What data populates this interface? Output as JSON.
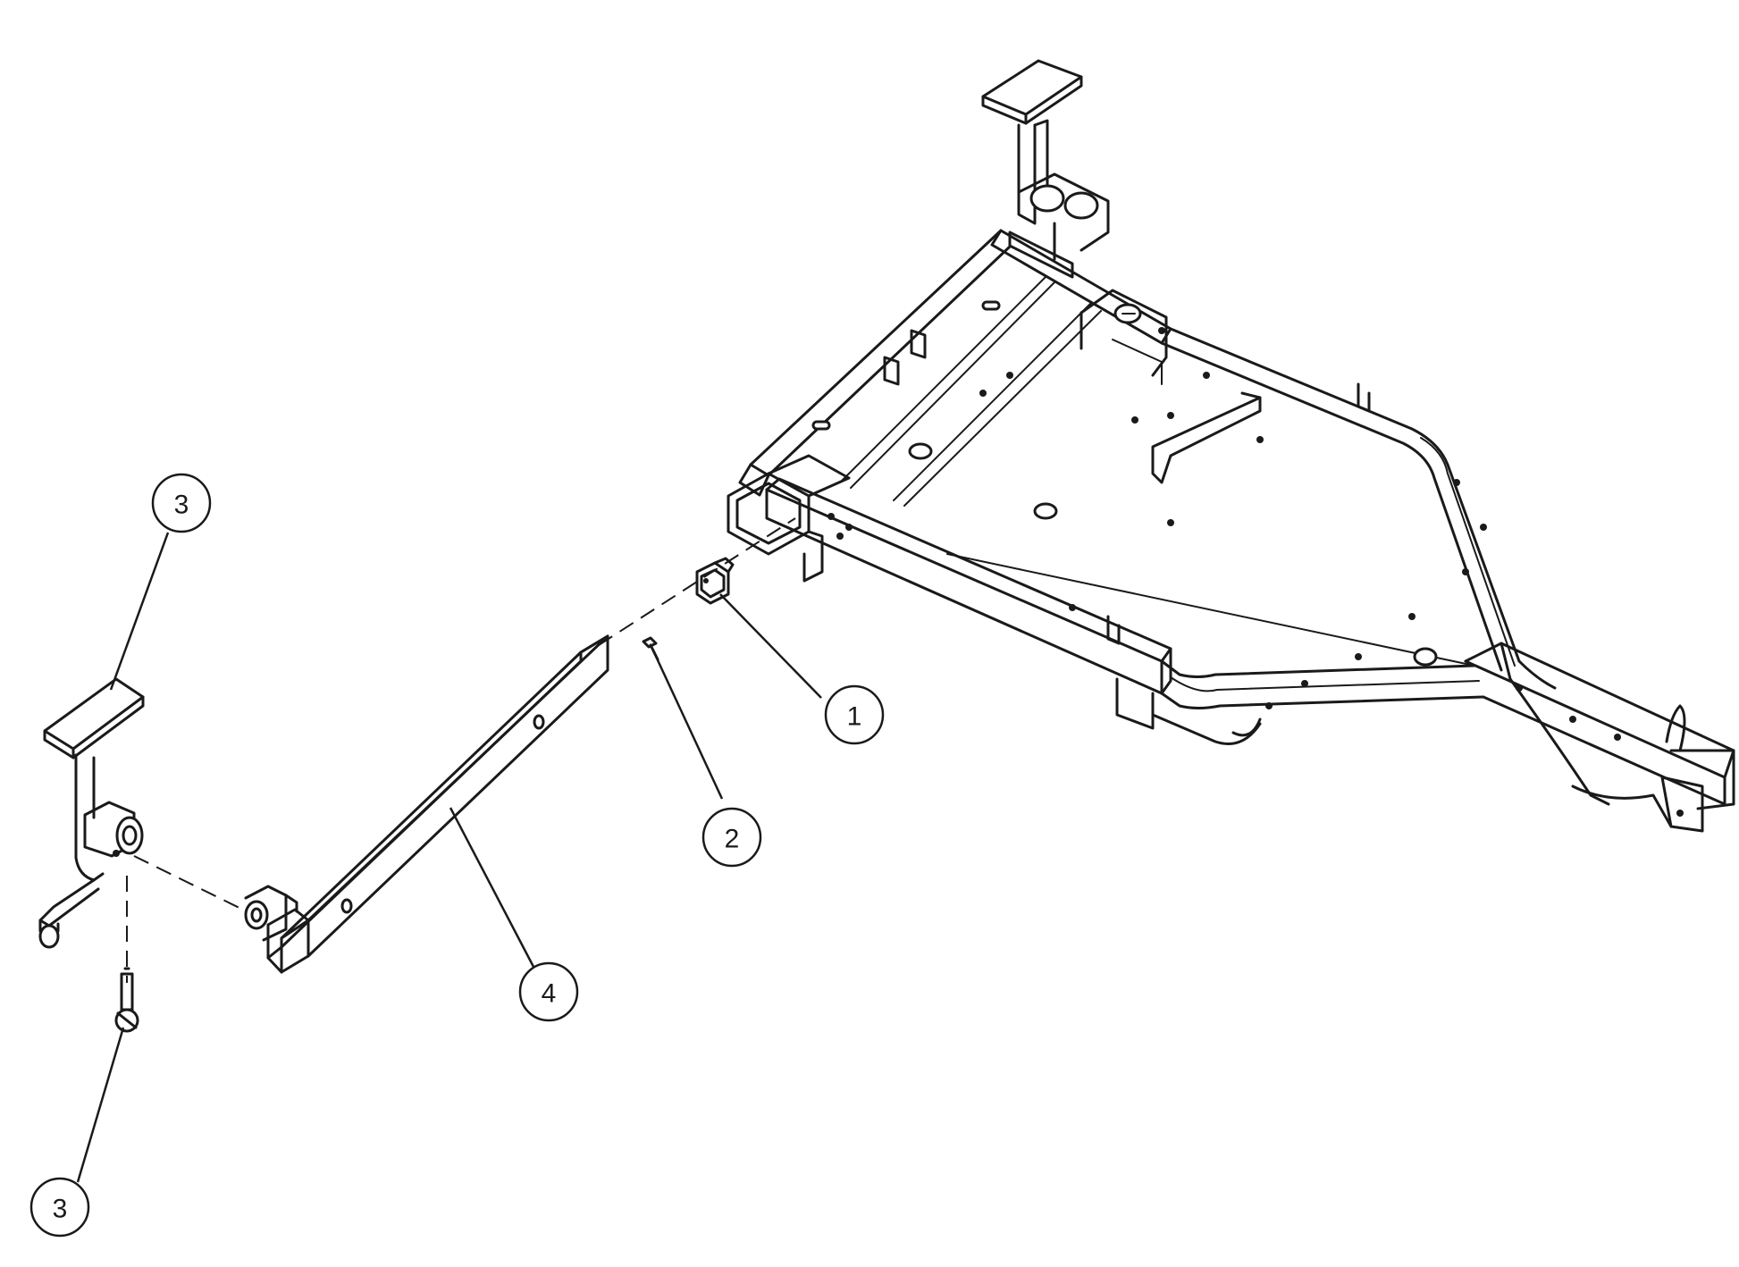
{
  "callouts": [
    {
      "id": "callout-1",
      "label": "1",
      "part": "hitch-pin-bracket"
    },
    {
      "id": "callout-2",
      "label": "2",
      "part": "bolt"
    },
    {
      "id": "callout-3-top",
      "label": "3",
      "part": "jack-stand"
    },
    {
      "id": "callout-3-bottom",
      "label": "3",
      "part": "jack-pin"
    },
    {
      "id": "callout-4",
      "label": "4",
      "part": "tongue-extension-tube"
    }
  ],
  "colors": {
    "line": "#1a1a1a",
    "background": "#ffffff"
  }
}
